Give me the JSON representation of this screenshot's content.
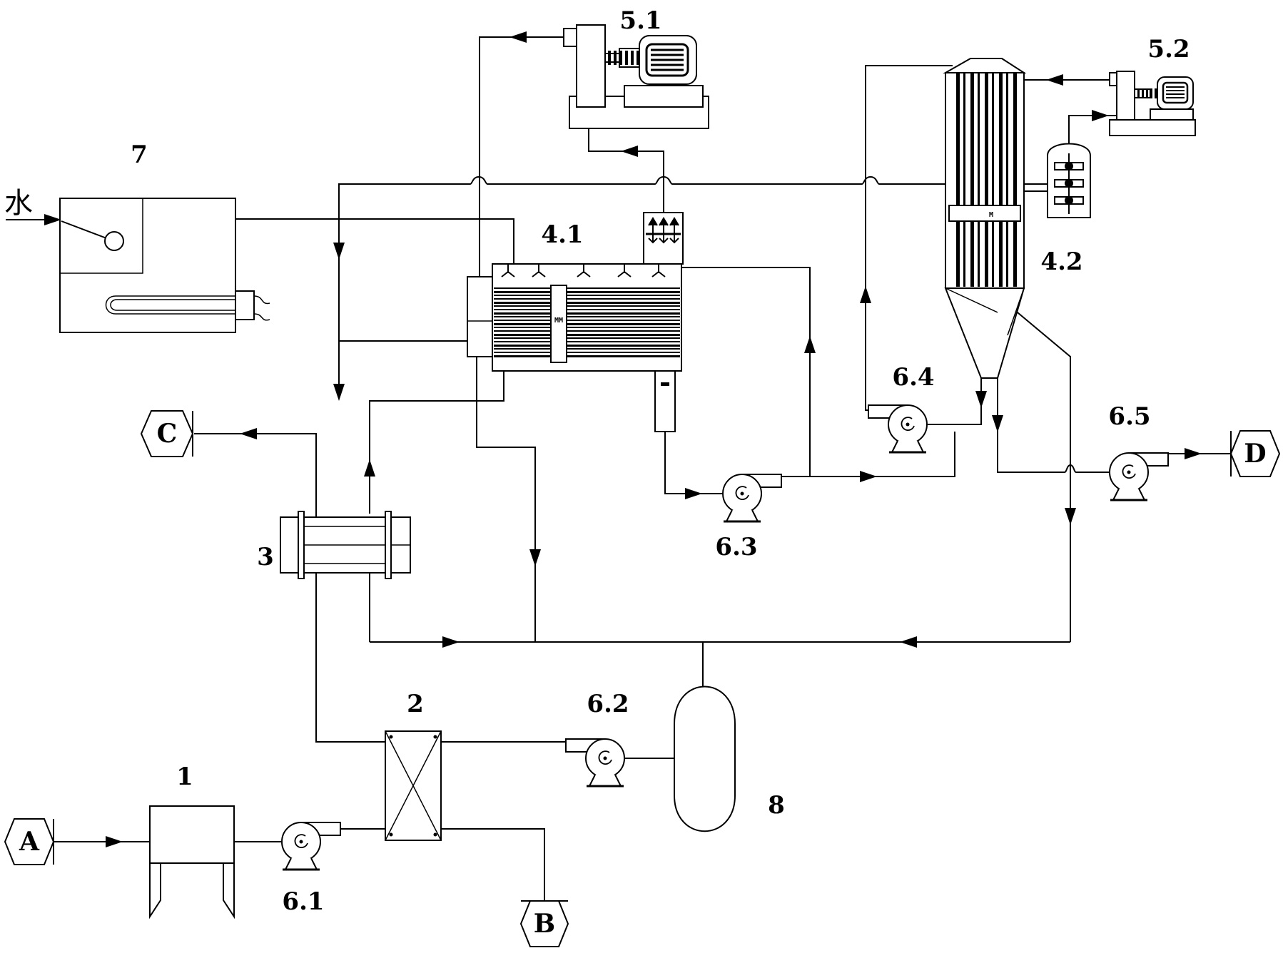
{
  "labels": {
    "unit_1": "1",
    "unit_2": "2",
    "unit_3": "3",
    "unit_4_1": "4.1",
    "unit_4_2": "4.2",
    "unit_5_1": "5.1",
    "unit_5_2": "5.2",
    "unit_6_1": "6.1",
    "unit_6_2": "6.2",
    "unit_6_3": "6.3",
    "unit_6_4": "6.4",
    "unit_6_5": "6.5",
    "unit_7": "7",
    "unit_8": "8"
  },
  "terminals": {
    "A": "A",
    "B": "B",
    "C": "C",
    "D": "D"
  },
  "water_inlet": "水"
}
